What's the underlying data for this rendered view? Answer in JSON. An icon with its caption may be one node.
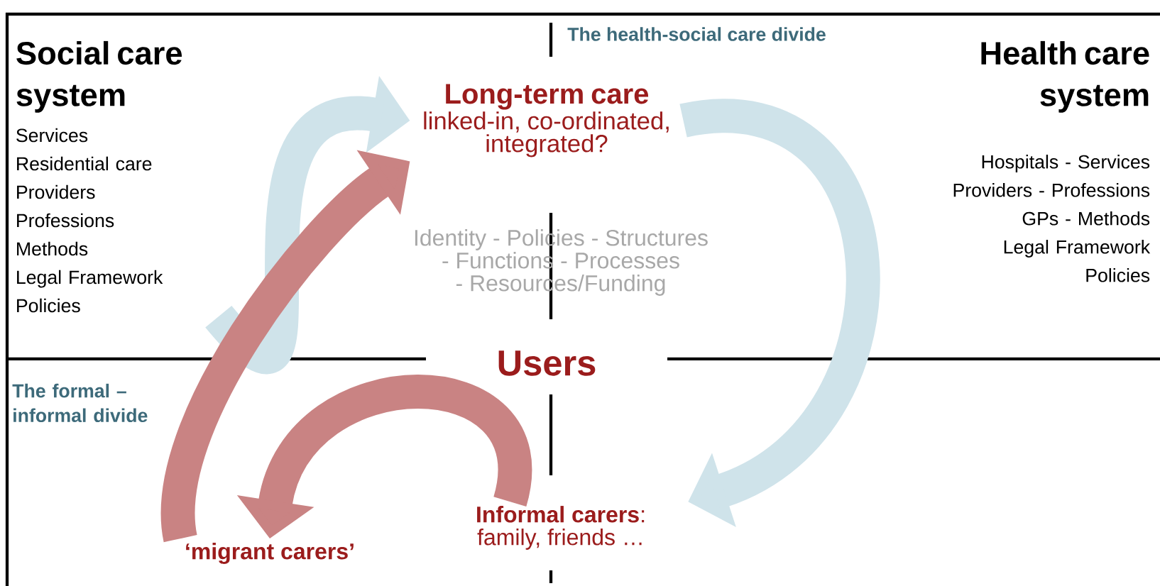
{
  "diagram": {
    "nodes": [
      {
        "text": [
          "Social care system",
          "Services",
          "Residential care",
          "Providers",
          "Professions",
          "Methods",
          "Legal Framework",
          "Policies"
        ]
      },
      {
        "text": [
          "Health care system",
          "Hospitals - Services",
          "Providers - Professions",
          "GPs - Methods",
          "Legal Framework",
          "Policies"
        ]
      },
      {
        "text": [
          "Long-term care",
          "linked-in, co-ordinated, integrated?"
        ]
      },
      {
        "text": [
          "Identity - Policies - Structures - Functions - Processes - Resources/Funding"
        ]
      },
      {
        "text": [
          "Users"
        ]
      },
      {
        "text": [
          "**Informal carers**: family, friends …"
        ]
      },
      {
        "text": [
          "‘migrant carers’"
        ]
      }
    ],
    "edges": [
      {
        "from": 0,
        "to": 2,
        "arrow": "to",
        "color": "#cfe3ea"
      },
      {
        "from": 2,
        "to": 5,
        "arrow": "to",
        "color": "#cfe3ea"
      },
      {
        "from": 5,
        "to": 6,
        "arrow": "to",
        "color": "#c98383"
      },
      {
        "from": 6,
        "to": 2,
        "arrow": "to",
        "color": "#c98383"
      }
    ],
    "labels": [
      "The health-social care divide",
      "The formal – informal divide"
    ]
  }
}
